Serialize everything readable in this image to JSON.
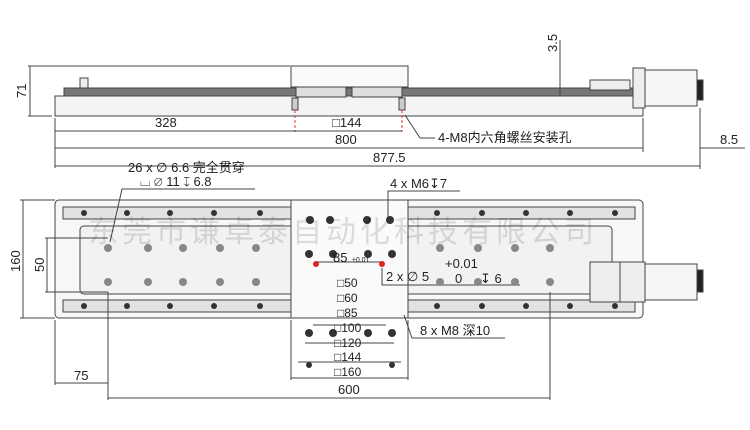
{
  "side_view": {
    "dim_height": "71",
    "dim_top_offset": "3.5",
    "dim_328": "328",
    "dim_carriage": "□144",
    "dim_800": "800",
    "dim_total": "877.5",
    "dim_motor": "8.5",
    "callout_mount": "4-M8内六角螺丝安装孔"
  },
  "top_view": {
    "callout_through": "26 x ∅ 6.6 完全贯穿",
    "callout_counterbore": "⌴ ∅ 11 ↧ 6.8",
    "callout_m6": "4 x  M6↧7",
    "dim_85": "85",
    "tol_85": "±0.01",
    "callout_pin": "2 x  ∅  5",
    "pin_tol_upper": "+0.01",
    "pin_tol_lower": "0",
    "pin_depth": "↧  6",
    "callout_m8": "8 x  M8 深10",
    "sq": [
      "□50",
      "□60",
      "□85",
      "□100",
      "□120",
      "□144",
      "□160"
    ],
    "dim_height": "160",
    "dim_50": "50",
    "dim_75": "75",
    "dim_600": "600"
  },
  "watermark": "东莞市谦卓泰自动化科技有限公司"
}
